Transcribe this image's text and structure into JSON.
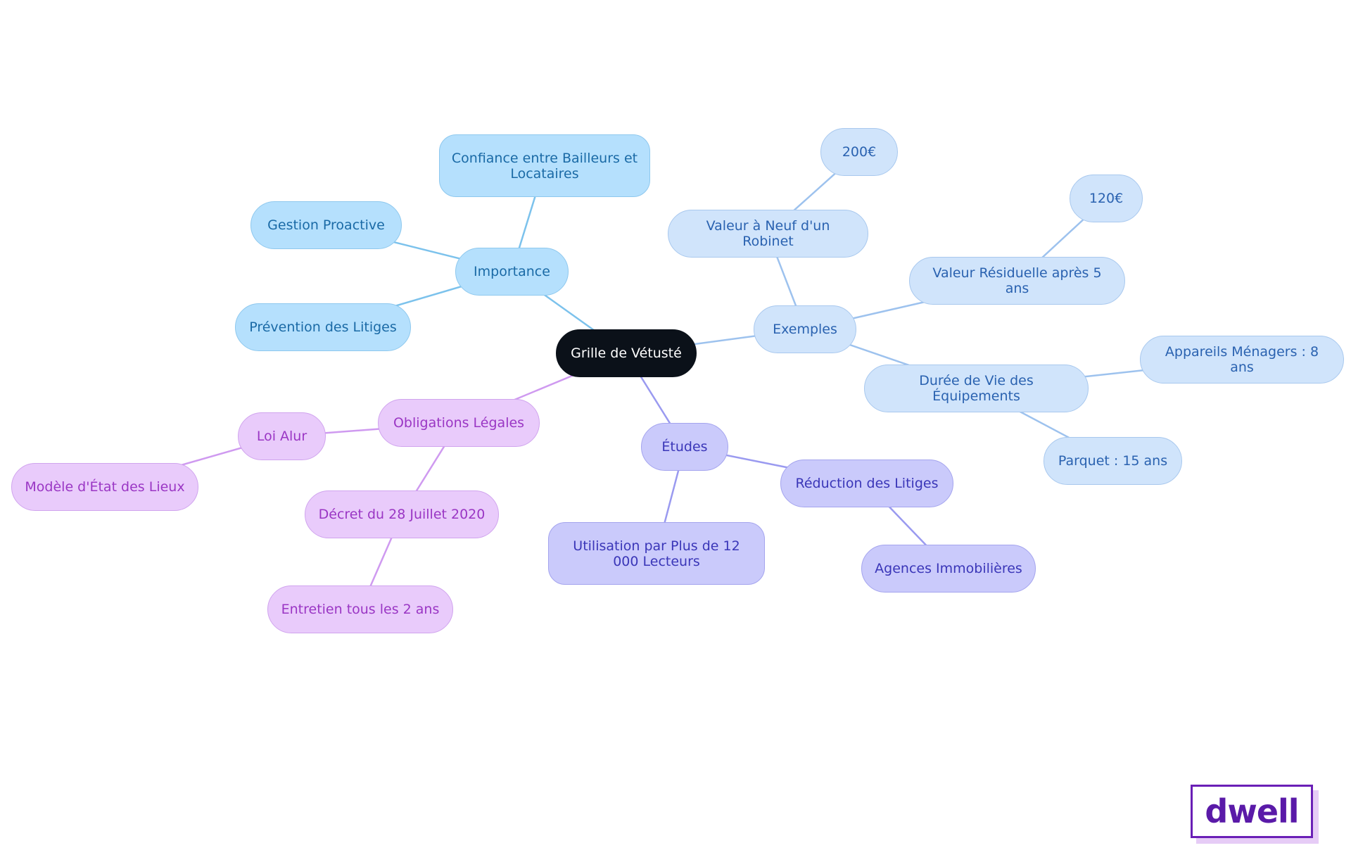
{
  "mindmap": {
    "root": {
      "label": "Grille de Vétusté"
    },
    "branches": {
      "importance": {
        "label": "Importance",
        "color": "#b5e0fd",
        "children": {
          "confiance": "Confiance entre Bailleurs et Locataires",
          "gestion": "Gestion Proactive",
          "prevention": "Prévention des Litiges"
        }
      },
      "exemples": {
        "label": "Exemples",
        "color": "#d0e4fb",
        "children": {
          "valeur_neuf": "Valeur à Neuf d'un Robinet",
          "valeur_neuf_value": "200€",
          "valeur_residuelle": "Valeur Résiduelle après 5 ans",
          "valeur_residuelle_value": "120€",
          "duree_vie": "Durée de Vie des Équipements",
          "appareils": "Appareils Ménagers : 8 ans",
          "parquet": "Parquet : 15 ans"
        }
      },
      "etudes": {
        "label": "Études",
        "color": "#cacafb",
        "children": {
          "utilisation": "Utilisation par Plus de 12 000 Lecteurs",
          "reduction": "Réduction des Litiges",
          "agences": "Agences Immobilières"
        }
      },
      "obligations": {
        "label": "Obligations Légales",
        "color": "#e9cbfb",
        "children": {
          "loi_alur": "Loi Alur",
          "modele": "Modèle d'État des Lieux",
          "decret": "Décret du 28 Juillet 2020",
          "entretien": "Entretien tous les 2 ans"
        }
      }
    }
  },
  "logo": {
    "text": "dwell",
    "color": "#6a1fb6"
  }
}
